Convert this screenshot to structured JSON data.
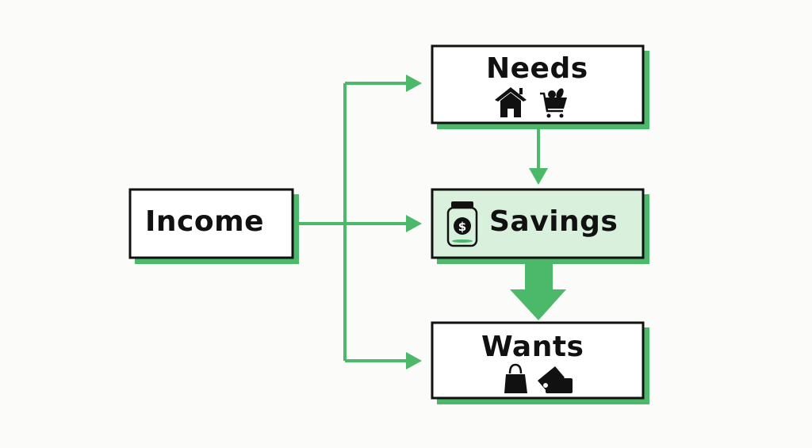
{
  "colors": {
    "accent": "#4cb86a",
    "savings_fill": "#d9f0dd",
    "border": "#111111"
  },
  "nodes": {
    "income": {
      "label": "Income"
    },
    "needs": {
      "label": "Needs",
      "icons": [
        "house-icon",
        "shopping-cart-icon"
      ]
    },
    "savings": {
      "label": "Savings",
      "icons": [
        "money-jar-icon"
      ]
    },
    "wants": {
      "label": "Wants",
      "icons": [
        "shopping-bag-icon",
        "tickets-icon"
      ]
    }
  },
  "edges": [
    {
      "from": "income",
      "to": "needs"
    },
    {
      "from": "income",
      "to": "savings"
    },
    {
      "from": "income",
      "to": "wants"
    },
    {
      "from": "needs",
      "to": "savings"
    },
    {
      "from": "savings",
      "to": "wants",
      "style": "thick"
    }
  ]
}
